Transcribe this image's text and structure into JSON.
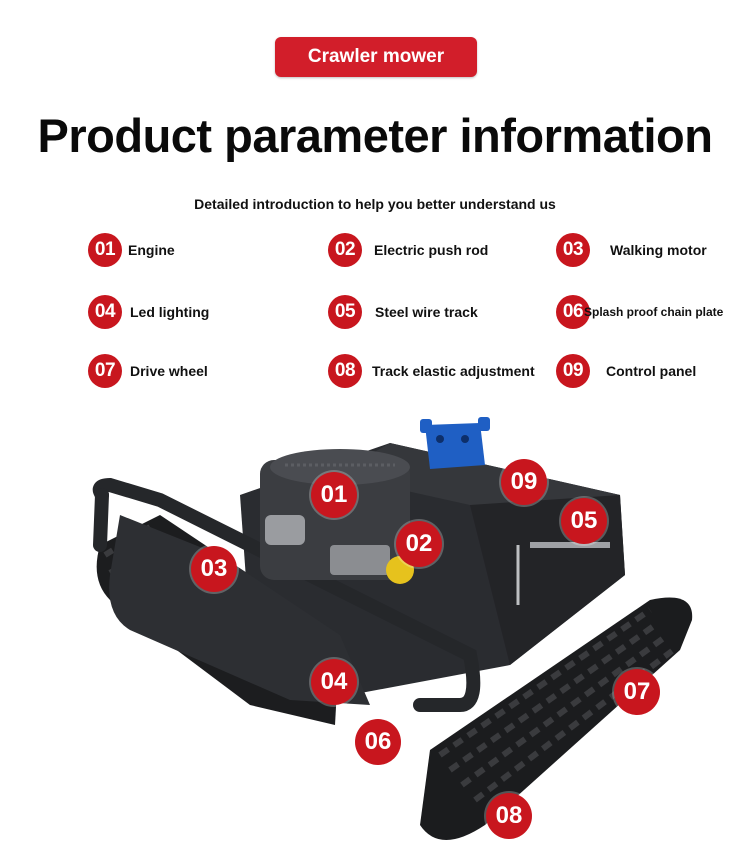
{
  "badge": "Crawler mower",
  "title": "Product parameter information",
  "subtitle": "Detailed introduction to help you better understand us",
  "params": [
    {
      "num": "01",
      "label": "Engine"
    },
    {
      "num": "02",
      "label": "Electric push rod"
    },
    {
      "num": "03",
      "label": "Walking motor"
    },
    {
      "num": "04",
      "label": "Led lighting"
    },
    {
      "num": "05",
      "label": "Steel wire track"
    },
    {
      "num": "06",
      "label": "Splash proof chain plate"
    },
    {
      "num": "07",
      "label": "Drive wheel"
    },
    {
      "num": "08",
      "label": "Track elastic adjustment"
    },
    {
      "num": "09",
      "label": "Control panel"
    }
  ],
  "photo_markers": [
    "01",
    "02",
    "03",
    "04",
    "05",
    "06",
    "07",
    "08",
    "09"
  ],
  "colors": {
    "accent": "#c8161e",
    "badge": "#d21e2a",
    "machine": "#2a2c30",
    "track": "#1b1c1e",
    "remote": "#1f5fc4"
  }
}
